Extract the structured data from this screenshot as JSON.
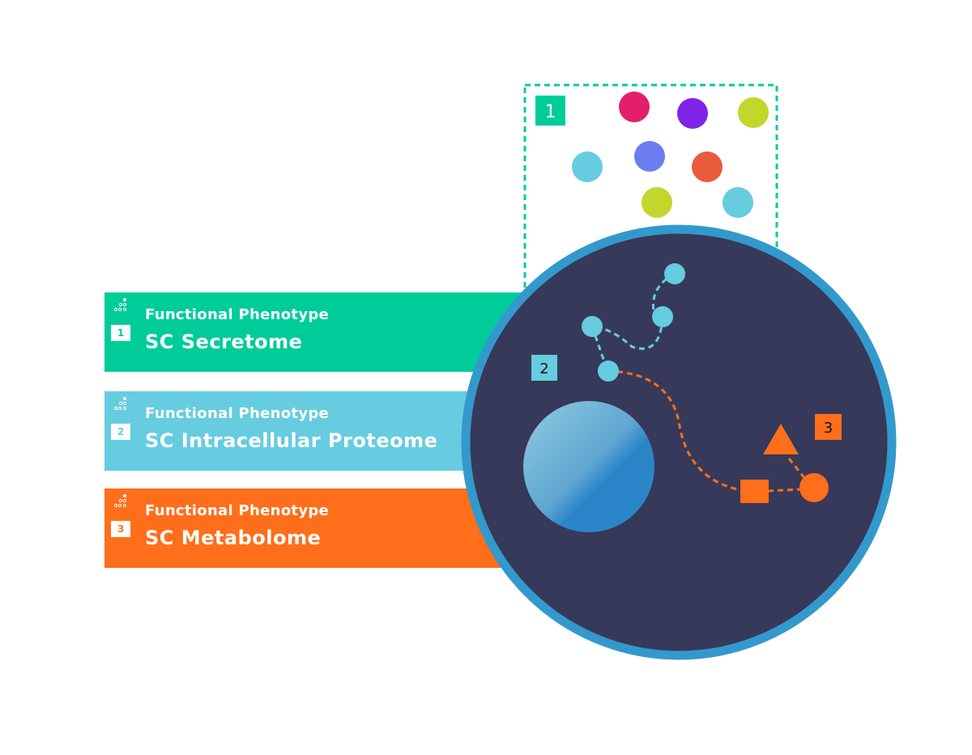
{
  "colors": {
    "secretome": "#00CC99",
    "proteome": "#66CCE0",
    "metabolome": "#FF6E1A",
    "cell_body": "#36395A",
    "cell_ring": "#3399CC",
    "nucleus_light": "#7FC4DC",
    "nucleus_dark": "#2A86C8"
  },
  "bands": [
    {
      "number": "1",
      "subtitle": "Functional Phenotype",
      "title": "SC Secretome",
      "icon": "phenotype-dots-icon"
    },
    {
      "number": "2",
      "subtitle": "Functional Phenotype",
      "title": "SC Intracellular Proteome",
      "icon": "phenotype-dots-icon"
    },
    {
      "number": "3",
      "subtitle": "Functional Phenotype",
      "title": "SC Metabolome",
      "icon": "phenotype-dots-icon"
    }
  ],
  "diagram": {
    "secretome_label": "1",
    "proteome_label": "2",
    "metabolome_label": "3",
    "secreted_particles": [
      {
        "color": "#E31F6B"
      },
      {
        "color": "#7F24E8"
      },
      {
        "color": "#C2D62C"
      },
      {
        "color": "#66CCE0"
      },
      {
        "color": "#6B7DEF"
      },
      {
        "color": "#E85C3E"
      },
      {
        "color": "#C2D62C"
      },
      {
        "color": "#66CCE0"
      }
    ],
    "protein_nodes": 4,
    "metabolite_shapes": [
      "triangle",
      "square",
      "circle"
    ]
  }
}
